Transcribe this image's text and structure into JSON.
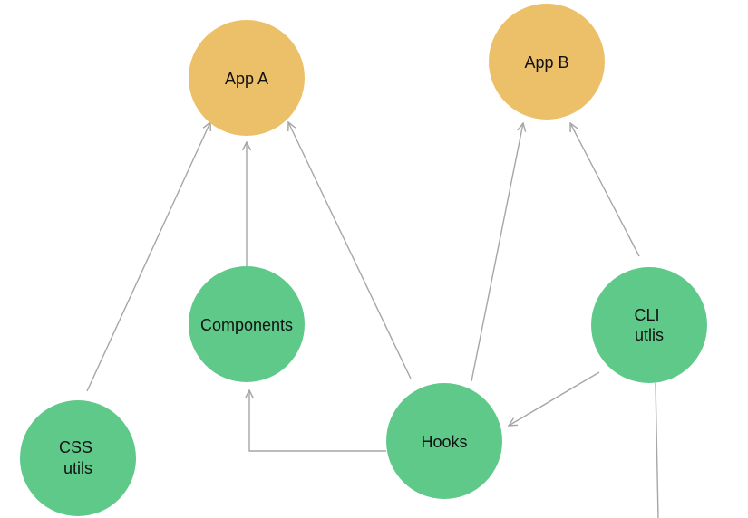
{
  "diagram": {
    "colors": {
      "app_node": "#ECC068",
      "module_node": "#5FC98A",
      "edge": "#a6a6a6",
      "text": "#111111",
      "background": "#ffffff"
    },
    "nodes": [
      {
        "id": "app-a",
        "kind": "app",
        "label_lines": [
          "App A"
        ]
      },
      {
        "id": "app-b",
        "kind": "app",
        "label_lines": [
          "App B"
        ]
      },
      {
        "id": "components",
        "kind": "module",
        "label_lines": [
          "Components"
        ]
      },
      {
        "id": "cli-utils",
        "kind": "module",
        "label_lines": [
          "CLI",
          "utlis"
        ]
      },
      {
        "id": "css-utils",
        "kind": "module",
        "label_lines": [
          "CSS",
          "utils"
        ]
      },
      {
        "id": "hooks",
        "kind": "module",
        "label_lines": [
          "Hooks"
        ]
      }
    ],
    "edges": [
      {
        "from": "css-utils",
        "to": "app-a"
      },
      {
        "from": "components",
        "to": "app-a"
      },
      {
        "from": "hooks",
        "to": "app-a"
      },
      {
        "from": "hooks",
        "to": "app-b"
      },
      {
        "from": "cli-utils",
        "to": "app-b"
      },
      {
        "from": "hooks",
        "to": "components"
      },
      {
        "from": "cli-utils",
        "to": "hooks"
      },
      {
        "from": "cli-utils",
        "to": "offscreen"
      }
    ]
  }
}
